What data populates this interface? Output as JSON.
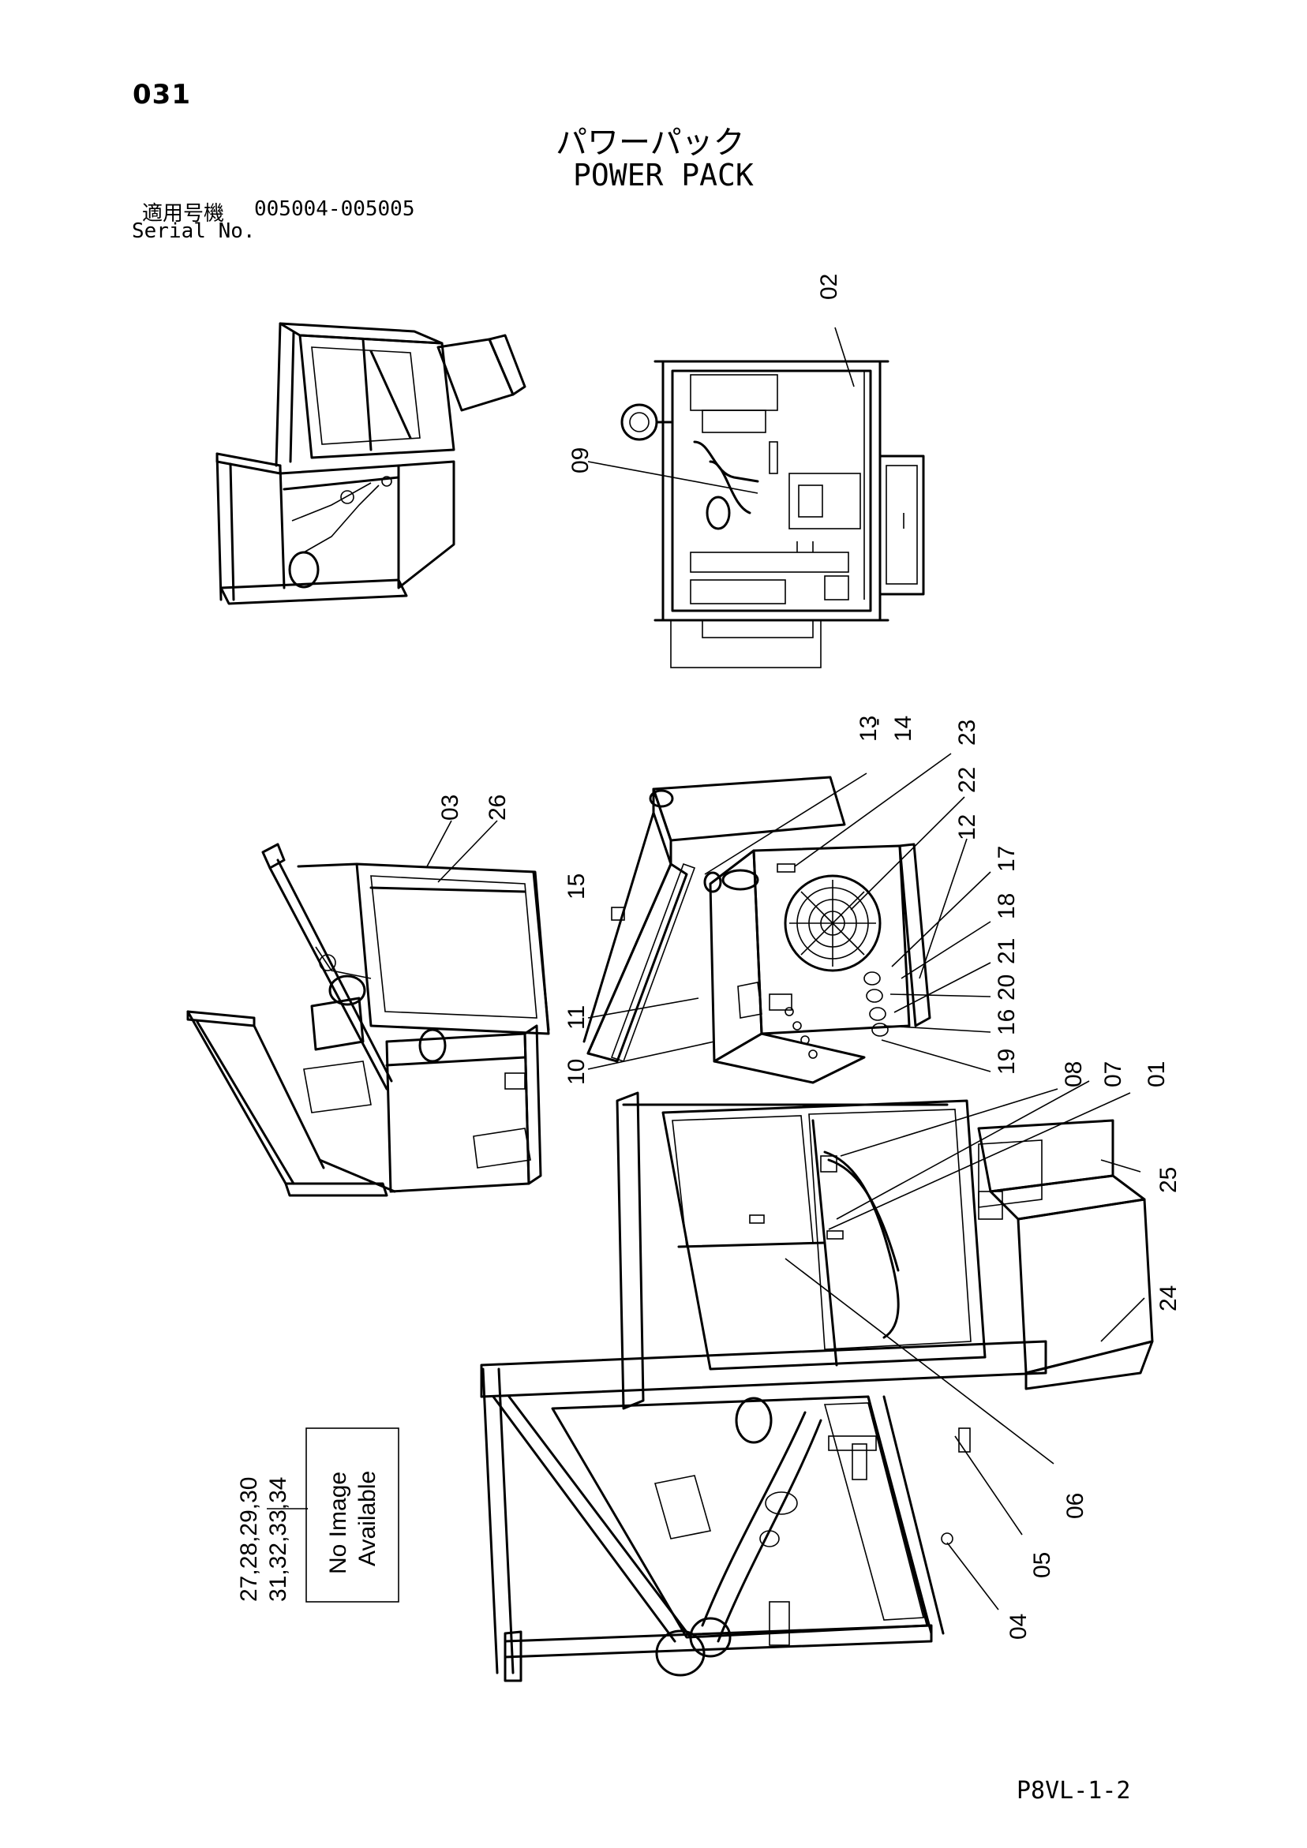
{
  "header": {
    "page_number": "031",
    "title_jp": "パワーパック",
    "title_en": "POWER PACK",
    "serial_label_jp": "適用号機",
    "serial_range": "005004-005005",
    "serial_label_en": "Serial No."
  },
  "callouts": [
    "02",
    "09",
    "03",
    "26",
    "13",
    "-",
    "14",
    "23",
    "22",
    "12",
    "17",
    "18",
    "21",
    "20",
    "16",
    "19",
    "15",
    "11",
    "10",
    "08",
    "07",
    "01",
    "25",
    "24",
    "06",
    "05",
    "04"
  ],
  "no_image": {
    "line1": "No Image",
    "line2": "Available",
    "parts_line1": "27,28,29,30",
    "parts_line2": "31,32,33,34"
  },
  "footer": {
    "doc_code": "P8VL-1-2"
  }
}
